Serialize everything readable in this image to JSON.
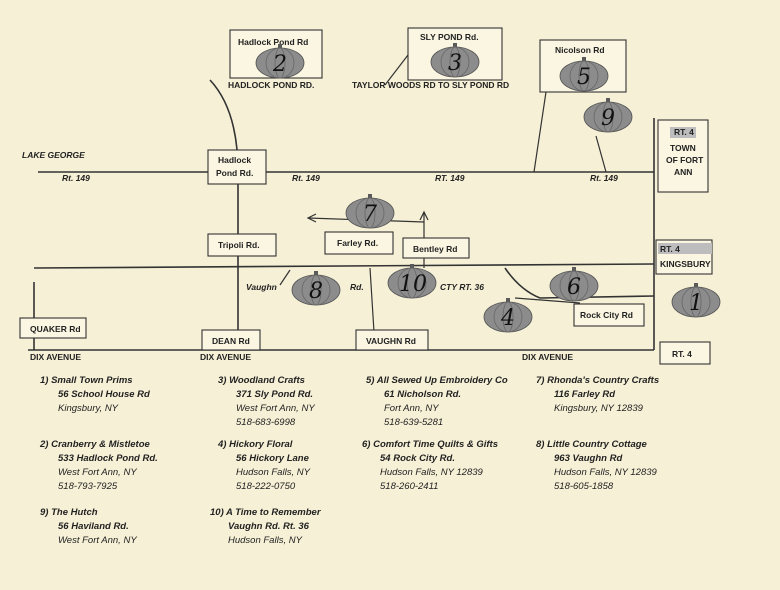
{
  "map": {
    "lake_label": "LAKE GEORGE",
    "road_labels": {
      "rt149_a": "Rt. 149",
      "rt149_b": "Rt. 149",
      "rt149_c": "RT. 149",
      "rt149_d": "Rt. 149",
      "hadlock_pond_rd": "HADLOCK POND RD.",
      "taylor_woods": "TAYLOR WOODS RD TO SLY POND RD",
      "vaughn": "Vaughn",
      "rd": "Rd.",
      "cty_rt_36": "CTY RT. 36",
      "dix_avenue_a": "DIX AVENUE",
      "dix_avenue_b": "DIX AVENUE",
      "dix_avenue_c": "DIX AVENUE"
    },
    "boxes": {
      "hadlock_pond_rd_top": "Hadlock Pond Rd",
      "sly_pond_rd": "SLY POND Rd.",
      "nicolson_rd": "Nicolson Rd",
      "hadlock_pond_rd_1": "Hadlock",
      "hadlock_pond_rd_2": "Pond Rd.",
      "rt4_town_1": "RT. 4",
      "rt4_town_2": "TOWN",
      "rt4_town_3": "OF FORT",
      "rt4_town_4": "ANN",
      "tripoli_rd": "Tripoli Rd.",
      "farley_rd": "Farley Rd.",
      "bentley_rd": "Bentley Rd",
      "rt4_kingsbury_1": "RT. 4",
      "rt4_kingsbury_2": "KINGSBURY",
      "quaker_rd": "QUAKER  Rd",
      "dean_rd": "DEAN Rd",
      "vaughn_rd": "VAUGHN Rd",
      "rock_city_rd": "Rock City Rd",
      "rt4_bottom": "RT. 4"
    },
    "pumpkins": [
      "1",
      "2",
      "3",
      "4",
      "5",
      "6",
      "7",
      "8",
      "9",
      "10"
    ]
  },
  "legend": [
    {
      "name": "1)   Small Town Prims",
      "address": "56 School House Rd",
      "lines": [
        "Kingsbury, NY"
      ]
    },
    {
      "name": "2)   Cranberry & Mistletoe",
      "address": "533 Hadlock Pond Rd.",
      "lines": [
        "West Fort Ann, NY",
        "518-793-7925"
      ]
    },
    {
      "name": "9)   The Hutch",
      "address": "56 Haviland Rd.",
      "lines": [
        "West Fort Ann, NY"
      ]
    },
    {
      "name": "3) Woodland Crafts",
      "address": "371 Sly Pond Rd.",
      "lines": [
        "West Fort Ann, NY",
        "518-683-6998"
      ]
    },
    {
      "name": "4) Hickory Floral",
      "address": "56 Hickory Lane",
      "lines": [
        "Hudson Falls, NY",
        "518-222-0750"
      ]
    },
    {
      "name": "10) A Time to Remember",
      "address": "Vaughn Rd. Rt. 36",
      "lines": [
        "Hudson Falls, NY"
      ]
    },
    {
      "name": "5)   All Sewed Up Embroidery Co",
      "address": "61 Nicholson Rd.",
      "lines": [
        "Fort Ann, NY",
        "518-639-5281"
      ]
    },
    {
      "name": "6)   Comfort Time Quilts & Gifts",
      "address": "54 Rock City Rd.",
      "lines": [
        "Hudson Falls, NY 12839",
        "518-260-2411"
      ]
    },
    {
      "name": "7) Rhonda's Country Crafts",
      "address": "116 Farley Rd",
      "lines": [
        "Kingsbury, NY 12839"
      ]
    },
    {
      "name": "8) Little Country Cottage",
      "address": "963 Vaughn Rd",
      "lines": [
        "Hudson Falls, NY 12839",
        "518-605-1858"
      ]
    }
  ]
}
